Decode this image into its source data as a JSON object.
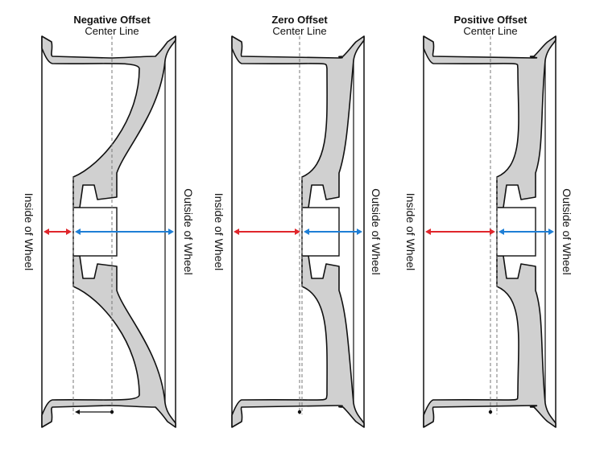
{
  "panels": [
    {
      "title": "Negative Offset",
      "subtitle": "Center Line",
      "inside_label": "Inside of Wheel",
      "outside_label": "Outside of Wheel"
    },
    {
      "title": "Zero Offset",
      "subtitle": "Center Line",
      "inside_label": "Inside of Wheel",
      "outside_label": "Outside of Wheel"
    },
    {
      "title": "Positive Offset",
      "subtitle": "Center Line",
      "inside_label": "Inside of Wheel",
      "outside_label": "Outside of Wheel"
    }
  ],
  "colors": {
    "rim_fill": "#d0d0d0",
    "outline": "#111111",
    "inside_arrow": "#e0262c",
    "outside_arrow": "#1f7fd6",
    "center_line": "#777777"
  }
}
